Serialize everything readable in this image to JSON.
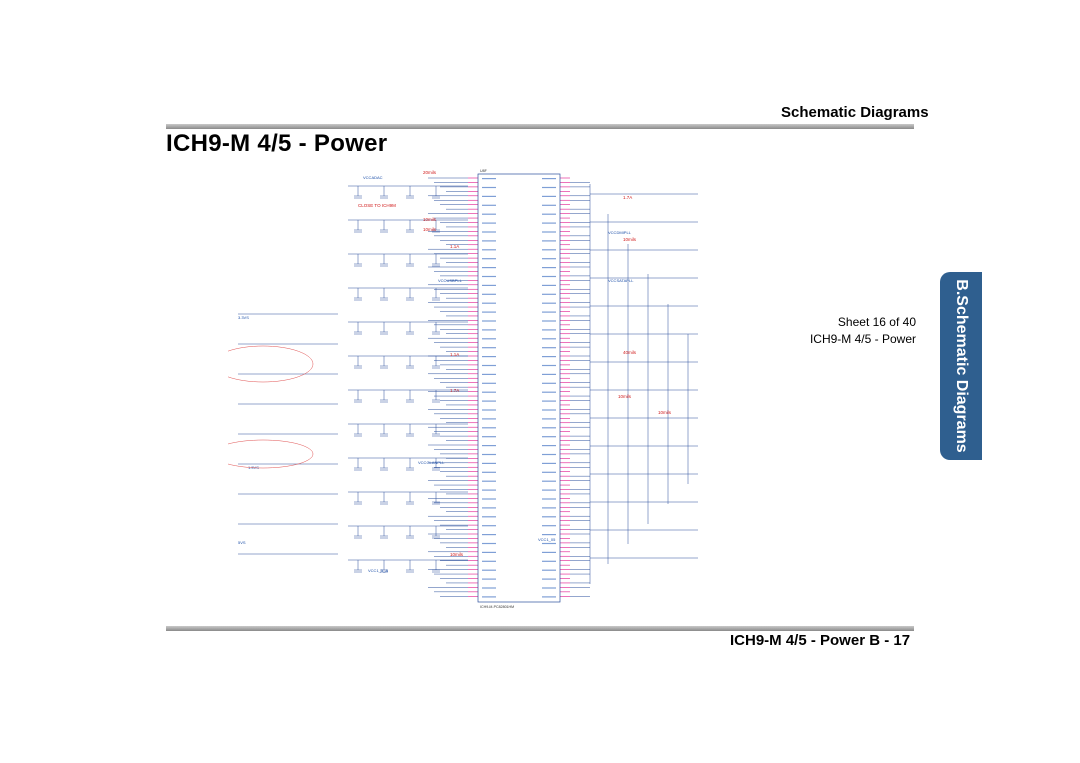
{
  "header": {
    "section_title": "Schematic  Diagrams"
  },
  "page": {
    "title": "ICH9-M 4/5 - Power"
  },
  "side_tab": {
    "label": "B.Schematic Diagrams",
    "color": "#2f5f8f"
  },
  "sheet": {
    "line1": "Sheet 16 of 40",
    "line2": "ICH9-M 4/5 - Power"
  },
  "footer": {
    "text": "ICH9-M 4/5 - Power  B  -  17"
  },
  "schematic": {
    "chip_ref": "U8F",
    "chip_part": "ICH9-M-PC82801HM",
    "net_labels": [
      "VCCADAC",
      "VCCDMIPLL",
      "VCCSATAPLL",
      "VCCUSBPLL",
      "VCCGLANPLL",
      "VCC1_5_A",
      "VCC1_05",
      "3.3VS",
      "1.5VS",
      "5VS",
      "CLOSE TO ICH9M"
    ],
    "current_labels": [
      "20mils",
      "10mils",
      "10mils",
      "10mils",
      "40mils",
      "10mils",
      "10mils",
      "10mils",
      "1.7A",
      "1.7A",
      "1.1A",
      "1.1A"
    ],
    "colors": {
      "net": "#1c4fa8",
      "current": "#d01818",
      "wire": "#2b4f9c",
      "pin": "#e0148c"
    }
  }
}
